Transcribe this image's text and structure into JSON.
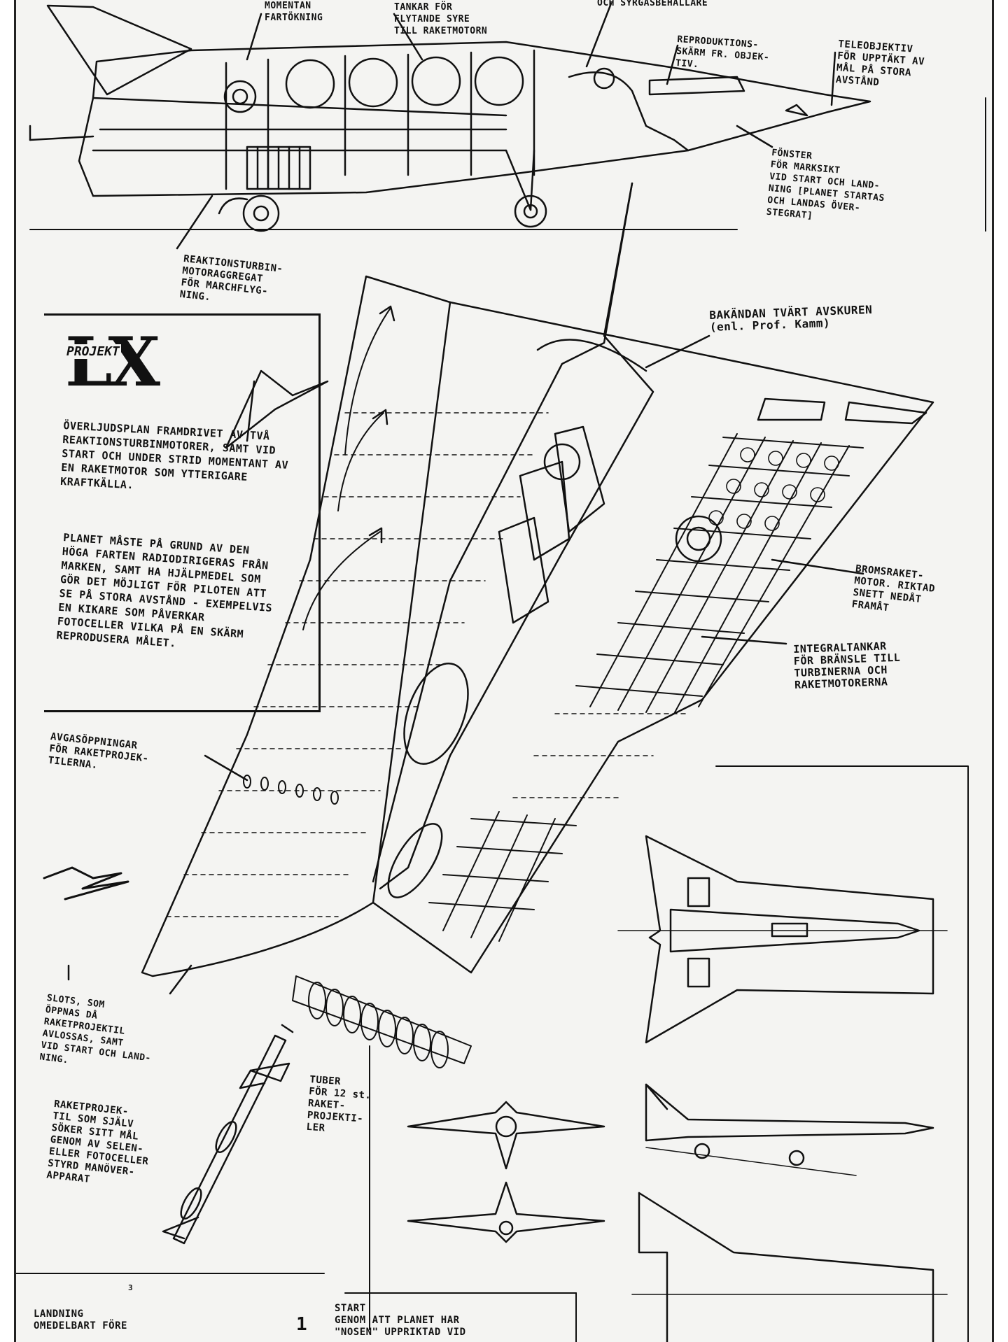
{
  "title": {
    "prefix": "PROJEKT",
    "name": "LX",
    "subtitle": "ÖVERLJUDSPLAN FRAMDRIVET AV TVÅ REAKTIONSTURBINMOTORER, SAMT VID START OCH UNDER STRID MOMENTANT AV EN RAKETMOTOR SOM YTTERIGARE KRAFTKÄLLA.",
    "body": "PLANET MÅSTE PÅ GRUND AV DEN HÖGA FARTEN RADIODIRIGERAS FRÅN MARKEN, SAMT HA HJÄLPMEDEL SOM GÖR DET MÖJLIGT FÖR PILOTEN ATT SE PÅ STORA AVSTÅND - EXEMPELVIS EN KIKARE SOM PÅVERKAR FOTOCELLER VILKA PÅ EN SKÄRM REPRODUSERA MÅLET."
  },
  "callouts": {
    "momentan": "MOMENTAN\nFARTÖKNING",
    "tankar": "TANKAR FÖR\nFLYTANDE SYRE\nTILL RAKETMOTORN",
    "syrgas": "OCH SYRGASBEHÅLLARE",
    "reproduktion": "REPRODUKTIONS-\nSKÄRM FR. OBJEK-\nTIV.",
    "teleobjektiv": "TELEOBJEKTIV\nFÖR UPPTÄKT AV\nMÅL PÅ STORA\nAVSTÅND",
    "fonster": "FÖNSTER\nFÖR MARKSIKT\nVID START OCH LAND-\nNING [PLANET STARTAS\nOCH LANDAS ÖVER-\nSTEGRAT]",
    "reaktionsturbin": "REAKTIONSTURBIN-\nMOTORAGGREGAT\nFÖR MARCHFLYG-\nNING.",
    "bakandan": "BAKÄNDAN TVÄRT AVSKUREN\n(enl. Prof. Kamm)",
    "bromsraket": "BROMSRAKET-\nMOTOR. RIKTAD\nSNETT NEDÅT\nFRAMÅT",
    "integraltankar": "INTEGRALTANKAR\nFÖR BRÄNSLE TILL\nTURBINERNA OCH\nRAKETMOTORERNA",
    "avgas": "AVGASÖPPNINGAR\nFÖR RAKETPROJEK-\nTILERNA.",
    "slots": "SLOTS, SOM\nÖPPNAS DÅ\nRAKETPROJEKTIL\nAVLOSSAS, SAMT\nVID START OCH LAND-\nNING.",
    "tuber": "TUBER\nFÖR 12 st.\nRAKET-\nPROJEKTI-\nLER",
    "raketprojektil": "RAKETPROJEK-\nTIL SOM SJÄLV\nSÖKER SITT MÅL\nGENOM AV SELEN-\nELLER FOTOCELLER\nSTYRD MANÖVER-\nAPPARAT",
    "landning": "LANDNING\nOMEDELBART FÖRE",
    "start": "START\nGENOM ATT PLANET HAR\n\"NOSEN\" UPPRIKTAD VID"
  },
  "page_number": "1",
  "small_mark": "3"
}
